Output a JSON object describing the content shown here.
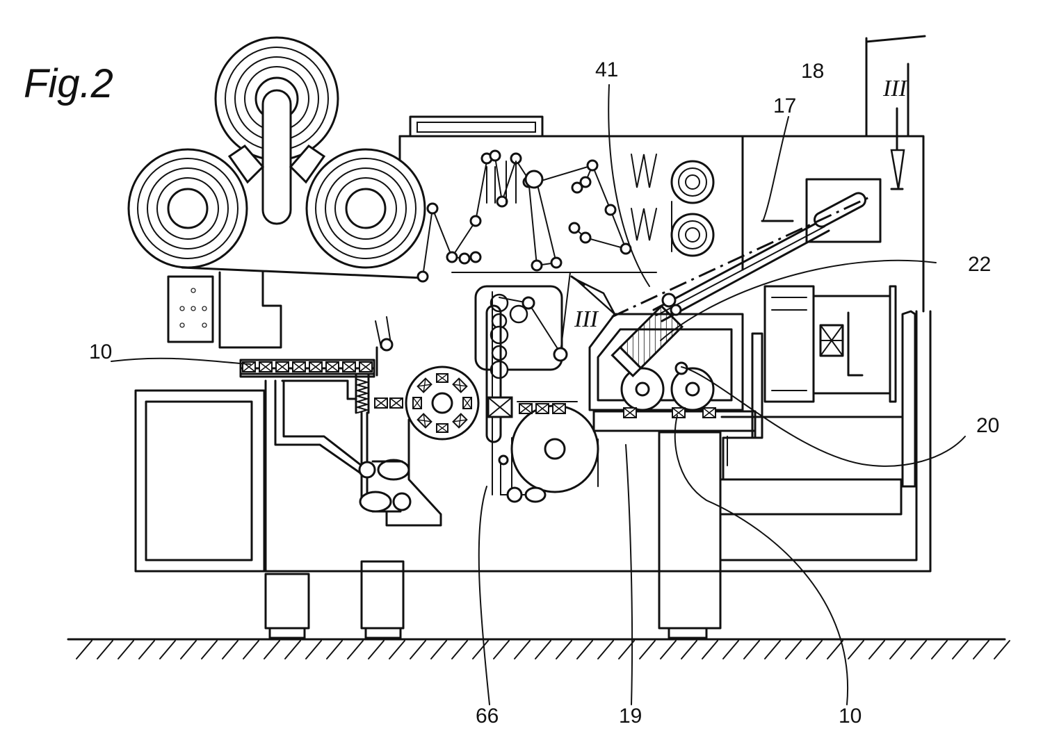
{
  "figure": {
    "title": "Fig.2",
    "section_mark": "III",
    "labels": {
      "ref_41": "41",
      "ref_18": "18",
      "ref_17": "17",
      "ref_22": "22",
      "ref_10_left": "10",
      "ref_20": "20",
      "ref_66": "66",
      "ref_19": "19",
      "ref_10_bottom": "10"
    }
  }
}
